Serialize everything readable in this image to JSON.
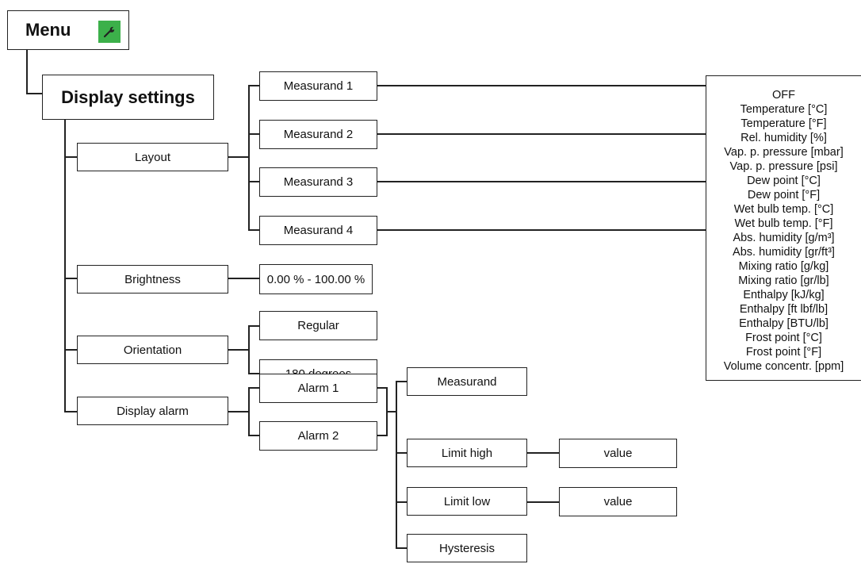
{
  "menu": {
    "label": "Menu",
    "icon": "wrench-icon",
    "icon_color": "#3cb04a"
  },
  "display_settings": {
    "label": "Display settings"
  },
  "layout": {
    "label": "Layout",
    "measurands": [
      "Measurand 1",
      "Measurand 2",
      "Measurand 3",
      "Measurand 4"
    ],
    "options": [
      "OFF",
      "Temperature [°C]",
      "Temperature [°F]",
      "Rel. humidity [%]",
      "Vap. p. pressure [mbar]",
      "Vap. p. pressure [psi]",
      "Dew point [°C]",
      "Dew point [°F]",
      "Wet bulb temp. [°C]",
      "Wet bulb temp. [°F]",
      "Abs. humidity [g/m³]",
      "Abs. humidity [gr/ft³]",
      "Mixing ratio [g/kg]",
      "Mixing ratio [gr/lb]",
      "Enthalpy [kJ/kg]",
      "Enthalpy [ft lbf/lb]",
      "Enthalpy [BTU/lb]",
      "Frost point [°C]",
      "Frost point [°F]",
      "Volume concentr. [ppm]"
    ]
  },
  "brightness": {
    "label": "Brightness",
    "range": "0.00 % - 100.00 %"
  },
  "orientation": {
    "label": "Orientation",
    "options": [
      "Regular",
      "180 degrees"
    ]
  },
  "display_alarm": {
    "label": "Display alarm",
    "alarms": [
      "Alarm 1",
      "Alarm 2"
    ],
    "settings": [
      "Measurand",
      "Limit high",
      "Limit low",
      "Hysteresis"
    ],
    "value_label": "value"
  }
}
